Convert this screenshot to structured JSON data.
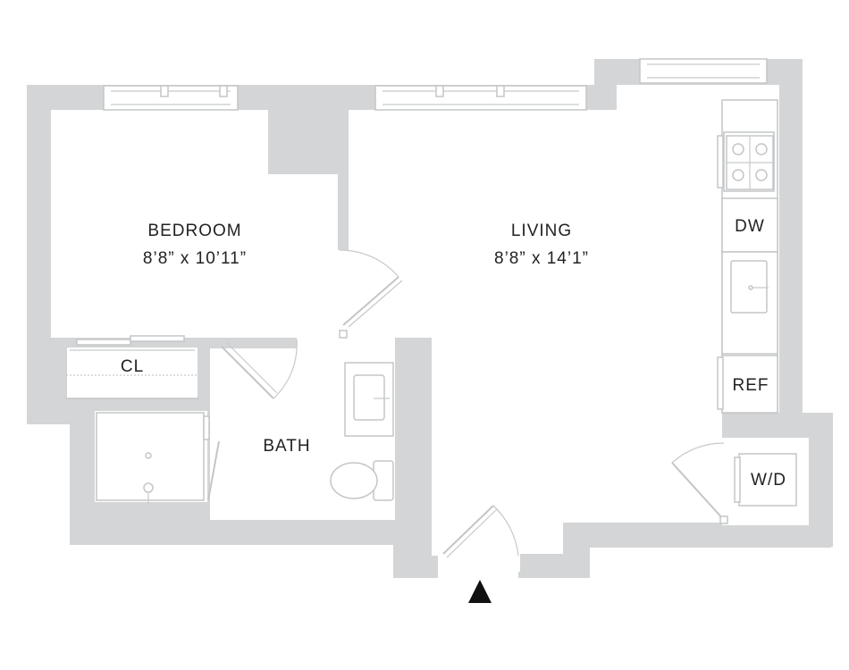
{
  "rooms": {
    "bedroom": {
      "name": "BEDROOM",
      "dimensions": "8’8” x 10’11”"
    },
    "living": {
      "name": "LIVING",
      "dimensions": "8’8” x 14’1”"
    },
    "bath": {
      "name": "BATH"
    },
    "closet": {
      "name": "CL"
    }
  },
  "fixtures": {
    "dishwasher": "DW",
    "refrigerator": "REF",
    "washer_dryer": "W/D"
  },
  "icons": {
    "entry": "entry-arrow-icon"
  },
  "colors": {
    "wall": "#d4d5d6",
    "line": "#c4c5c7",
    "text": "#222222",
    "entry_arrow": "#111111"
  }
}
